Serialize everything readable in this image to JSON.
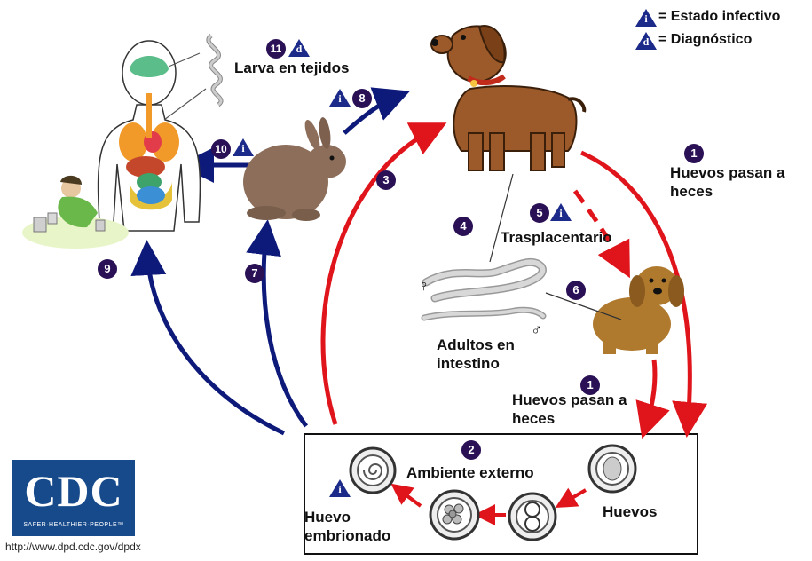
{
  "legend": {
    "infective_symbol": "i",
    "infective_label": "= Estado infectivo",
    "diagnostic_symbol": "d",
    "diagnostic_label": "= Diagnóstico"
  },
  "steps": {
    "s1a": "1",
    "s1b": "1",
    "s2": "2",
    "s3": "3",
    "s4": "4",
    "s5": "5",
    "s6": "6",
    "s7": "7",
    "s8": "8",
    "s9": "9",
    "s10": "10",
    "s11": "11"
  },
  "labels": {
    "larva": "Larva en tejidos",
    "huevos_heces_1_line1": "Huevos pasan a",
    "huevos_heces_1_line2": "heces",
    "trasplacentario": "Trasplacentario",
    "adultos_line1": "Adultos en",
    "adultos_line2": "intestino",
    "huevos_heces_2_line1": "Huevos pasan a",
    "huevos_heces_2_line2": "heces",
    "ambiente": "Ambiente externo",
    "huevos": "Huevos",
    "huevo_emb_line1": "Huevo",
    "huevo_emb_line2": "embrionado",
    "female_symbol": "♀",
    "male_symbol": "♂"
  },
  "logo": {
    "text": "CDC",
    "tagline": "SAFER·HEALTHIER·PEOPLE™"
  },
  "url": "http://www.dpd.cdc.gov/dpdx",
  "colors": {
    "red_arrow": "#e0141b",
    "blue_arrow": "#0d1a7a",
    "step_circle": "#2a1055",
    "triangle": "#1c2a8a",
    "dog": "#9c5a2a",
    "rabbit": "#8c6e5a",
    "logo_bg": "#174a8b"
  }
}
